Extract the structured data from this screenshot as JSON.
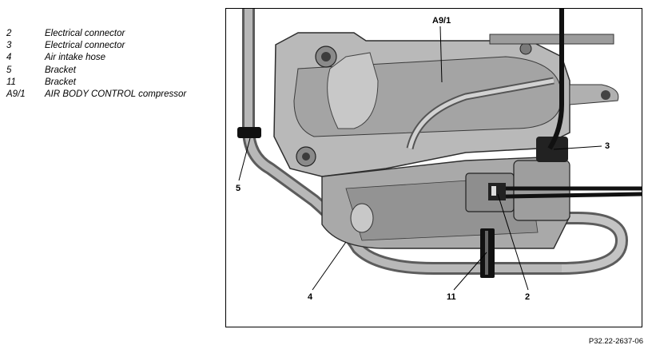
{
  "legend": [
    {
      "key": "2",
      "text": "Electrical connector"
    },
    {
      "key": "3",
      "text": "Electrical connector"
    },
    {
      "key": "4",
      "text": "Air intake hose"
    },
    {
      "key": "5",
      "text": "Bracket"
    },
    {
      "key": "11",
      "text": "Bracket"
    },
    {
      "key": "A9/1",
      "text": "AIR BODY CONTROL compressor"
    }
  ],
  "callouts": {
    "a91": "A9/1",
    "c3": "3",
    "c5": "5",
    "c4": "4",
    "c11": "11",
    "c2": "2"
  },
  "figure_ref": "P32.22-2637-06",
  "colors": {
    "body_light": "#bdbdbd",
    "body_mid": "#9a9a9a",
    "body_dark": "#6e6e6e",
    "shadow": "#3a3a3a",
    "black": "#111111"
  }
}
